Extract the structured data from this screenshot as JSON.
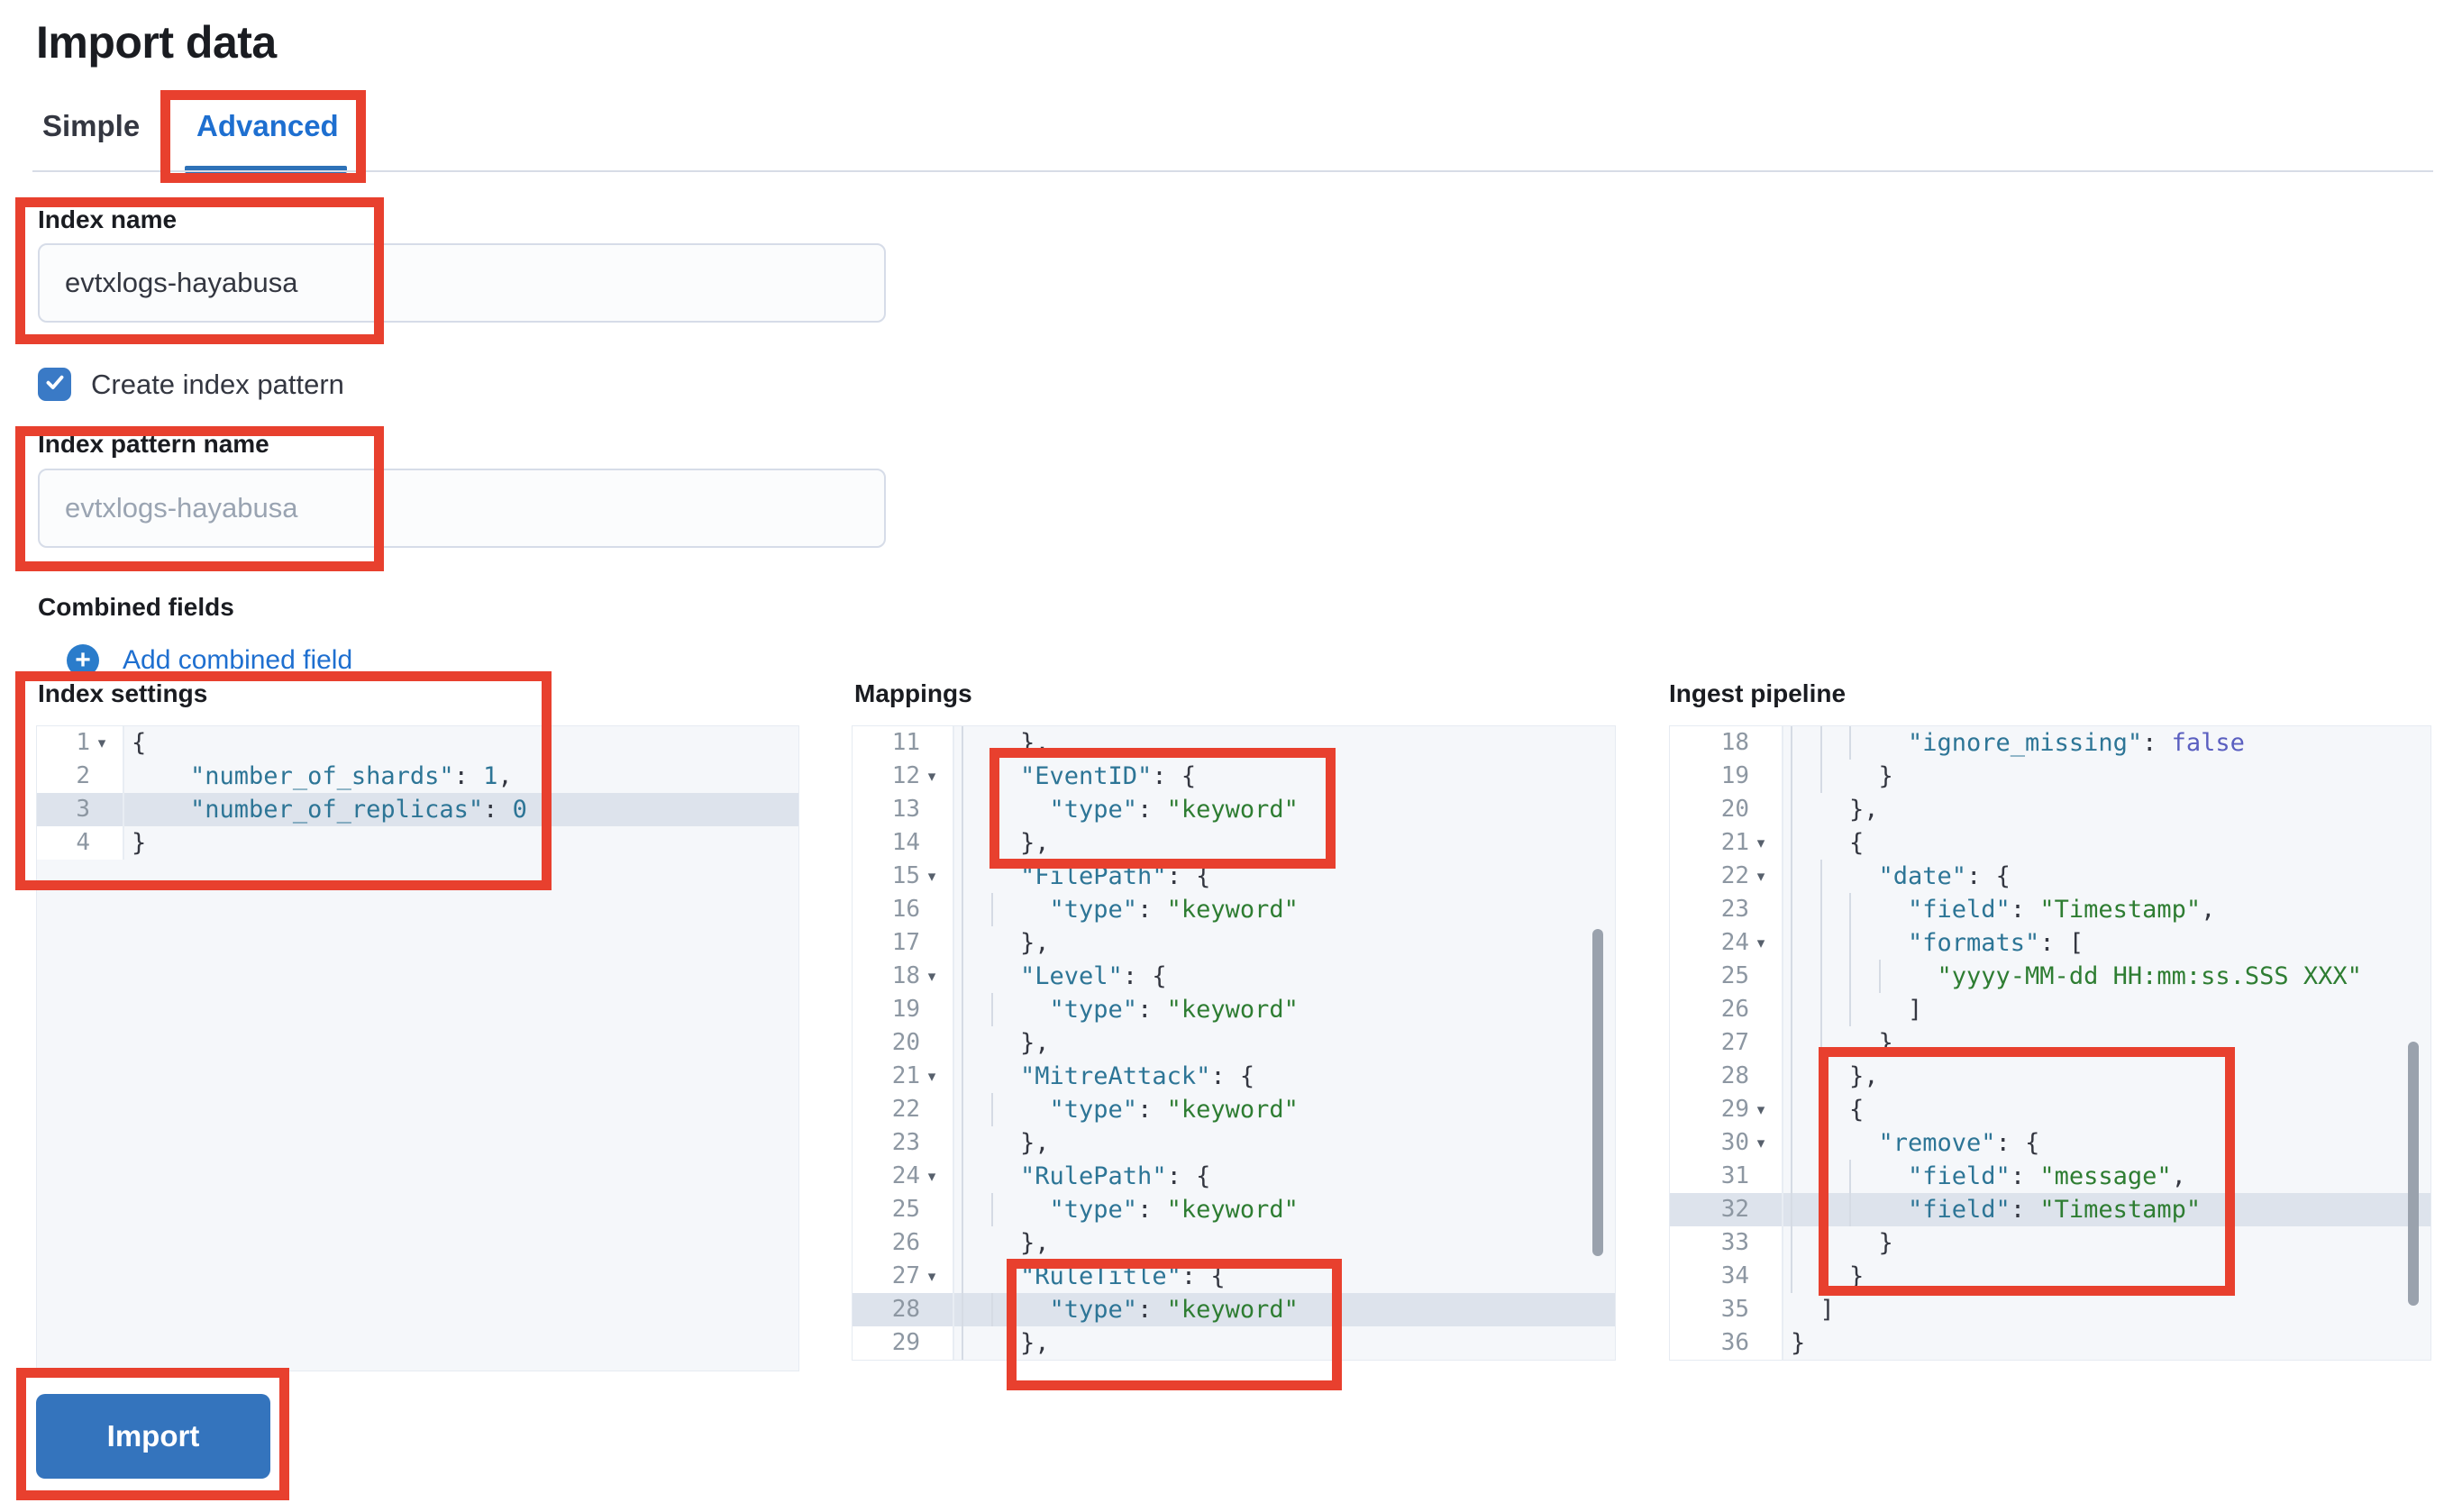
{
  "header": {
    "title": "Import data"
  },
  "tabs": {
    "simple": "Simple",
    "advanced": "Advanced"
  },
  "form": {
    "index_name": {
      "label": "Index name",
      "value": "evtxlogs-hayabusa"
    },
    "create_index_pattern": {
      "label": "Create index pattern",
      "checked": true
    },
    "index_pattern_name": {
      "label": "Index pattern name",
      "placeholder": "evtxlogs-hayabusa",
      "value": ""
    },
    "combined_fields": {
      "label": "Combined fields",
      "add_link": "Add combined field"
    }
  },
  "footer": {
    "import_label": "Import"
  },
  "colors": {
    "accent_blue": "#1e6fd0",
    "tab_underline_blue": "#2e72b8",
    "checkbox_blue": "#3a7ac6",
    "button_blue": "#3474bd",
    "annotation_red": "#e8402e",
    "editor_bg": "#f5f7fa",
    "highlight_row": "#dde3ec",
    "code_key": "#2d7596",
    "code_string": "#2e7d32",
    "code_number": "#2d7596",
    "code_boolean": "#5a5fc0",
    "code_punct": "#343741",
    "line_number_gray": "#8d97a2"
  },
  "editors": {
    "settings": {
      "title": "Index settings",
      "lines": [
        {
          "n": "1",
          "fold": true,
          "g": 0,
          "parts": [
            [
              "p",
              "{"
            ]
          ]
        },
        {
          "n": "2",
          "g": 0,
          "parts": [
            [
              "w",
              "    "
            ],
            [
              "k",
              "\"number_of_shards\""
            ],
            [
              "p",
              ": "
            ],
            [
              "n",
              "1"
            ],
            [
              "p",
              ","
            ]
          ]
        },
        {
          "n": "3",
          "hl": true,
          "g": 0,
          "parts": [
            [
              "w",
              "    "
            ],
            [
              "k",
              "\"number_of_replicas\""
            ],
            [
              "p",
              ": "
            ],
            [
              "n",
              "0"
            ]
          ]
        },
        {
          "n": "4",
          "g": 0,
          "parts": [
            [
              "p",
              "}"
            ]
          ]
        }
      ]
    },
    "mappings": {
      "title": "Mappings",
      "lines": [
        {
          "n": "11",
          "g": 1,
          "parts": [
            [
              "w",
              "  "
            ],
            [
              "p",
              "},"
            ]
          ]
        },
        {
          "n": "12",
          "fold": true,
          "g": 1,
          "parts": [
            [
              "w",
              "  "
            ],
            [
              "k",
              "\"EventID\""
            ],
            [
              "p",
              ": {"
            ]
          ]
        },
        {
          "n": "13",
          "g": 2,
          "parts": [
            [
              "w",
              "  "
            ],
            [
              "k",
              "\"type\""
            ],
            [
              "p",
              ": "
            ],
            [
              "s",
              "\"keyword\""
            ]
          ]
        },
        {
          "n": "14",
          "g": 1,
          "parts": [
            [
              "w",
              "  "
            ],
            [
              "p",
              "},"
            ]
          ]
        },
        {
          "n": "15",
          "fold": true,
          "g": 1,
          "parts": [
            [
              "w",
              "  "
            ],
            [
              "k",
              "\"FilePath\""
            ],
            [
              "p",
              ": {"
            ]
          ]
        },
        {
          "n": "16",
          "g": 2,
          "parts": [
            [
              "w",
              "  "
            ],
            [
              "k",
              "\"type\""
            ],
            [
              "p",
              ": "
            ],
            [
              "s",
              "\"keyword\""
            ]
          ]
        },
        {
          "n": "17",
          "g": 1,
          "parts": [
            [
              "w",
              "  "
            ],
            [
              "p",
              "},"
            ]
          ]
        },
        {
          "n": "18",
          "fold": true,
          "g": 1,
          "parts": [
            [
              "w",
              "  "
            ],
            [
              "k",
              "\"Level\""
            ],
            [
              "p",
              ": {"
            ]
          ]
        },
        {
          "n": "19",
          "g": 2,
          "parts": [
            [
              "w",
              "  "
            ],
            [
              "k",
              "\"type\""
            ],
            [
              "p",
              ": "
            ],
            [
              "s",
              "\"keyword\""
            ]
          ]
        },
        {
          "n": "20",
          "g": 1,
          "parts": [
            [
              "w",
              "  "
            ],
            [
              "p",
              "},"
            ]
          ]
        },
        {
          "n": "21",
          "fold": true,
          "g": 1,
          "parts": [
            [
              "w",
              "  "
            ],
            [
              "k",
              "\"MitreAttack\""
            ],
            [
              "p",
              ": {"
            ]
          ]
        },
        {
          "n": "22",
          "g": 2,
          "parts": [
            [
              "w",
              "  "
            ],
            [
              "k",
              "\"type\""
            ],
            [
              "p",
              ": "
            ],
            [
              "s",
              "\"keyword\""
            ]
          ]
        },
        {
          "n": "23",
          "g": 1,
          "parts": [
            [
              "w",
              "  "
            ],
            [
              "p",
              "},"
            ]
          ]
        },
        {
          "n": "24",
          "fold": true,
          "g": 1,
          "parts": [
            [
              "w",
              "  "
            ],
            [
              "k",
              "\"RulePath\""
            ],
            [
              "p",
              ": {"
            ]
          ]
        },
        {
          "n": "25",
          "g": 2,
          "parts": [
            [
              "w",
              "  "
            ],
            [
              "k",
              "\"type\""
            ],
            [
              "p",
              ": "
            ],
            [
              "s",
              "\"keyword\""
            ]
          ]
        },
        {
          "n": "26",
          "g": 1,
          "parts": [
            [
              "w",
              "  "
            ],
            [
              "p",
              "},"
            ]
          ]
        },
        {
          "n": "27",
          "fold": true,
          "g": 1,
          "parts": [
            [
              "w",
              "  "
            ],
            [
              "k",
              "\"RuleTitle\""
            ],
            [
              "p",
              ": {"
            ]
          ]
        },
        {
          "n": "28",
          "hl": true,
          "g": 2,
          "parts": [
            [
              "w",
              "  "
            ],
            [
              "k",
              "\"type\""
            ],
            [
              "p",
              ": "
            ],
            [
              "s",
              "\"keyword\""
            ]
          ]
        },
        {
          "n": "29",
          "g": 1,
          "parts": [
            [
              "w",
              "  "
            ],
            [
              "p",
              "},"
            ]
          ]
        }
      ]
    },
    "pipeline": {
      "title": "Ingest pipeline",
      "lines": [
        {
          "n": "18",
          "g": 3,
          "parts": [
            [
              "w",
              "  "
            ],
            [
              "k",
              "\"ignore_missing\""
            ],
            [
              "p",
              ": "
            ],
            [
              "b",
              "false"
            ]
          ]
        },
        {
          "n": "19",
          "g": 2,
          "parts": [
            [
              "w",
              "  "
            ],
            [
              "p",
              "}"
            ]
          ]
        },
        {
          "n": "20",
          "g": 1,
          "parts": [
            [
              "w",
              "  "
            ],
            [
              "p",
              "},"
            ]
          ]
        },
        {
          "n": "21",
          "fold": true,
          "g": 1,
          "parts": [
            [
              "w",
              "  "
            ],
            [
              "p",
              "{"
            ]
          ]
        },
        {
          "n": "22",
          "fold": true,
          "g": 2,
          "parts": [
            [
              "w",
              "  "
            ],
            [
              "k",
              "\"date\""
            ],
            [
              "p",
              ": {"
            ]
          ]
        },
        {
          "n": "23",
          "g": 3,
          "parts": [
            [
              "w",
              "  "
            ],
            [
              "k",
              "\"field\""
            ],
            [
              "p",
              ": "
            ],
            [
              "s",
              "\"Timestamp\""
            ],
            [
              "p",
              ","
            ]
          ]
        },
        {
          "n": "24",
          "fold": true,
          "g": 3,
          "parts": [
            [
              "w",
              "  "
            ],
            [
              "k",
              "\"formats\""
            ],
            [
              "p",
              ": ["
            ]
          ]
        },
        {
          "n": "25",
          "g": 4,
          "parts": [
            [
              "w",
              "  "
            ],
            [
              "s",
              "\"yyyy-MM-dd HH:mm:ss.SSS XXX\""
            ]
          ]
        },
        {
          "n": "26",
          "g": 3,
          "parts": [
            [
              "w",
              "  "
            ],
            [
              "p",
              "]"
            ]
          ]
        },
        {
          "n": "27",
          "g": 2,
          "parts": [
            [
              "w",
              "  "
            ],
            [
              "p",
              "}"
            ]
          ]
        },
        {
          "n": "28",
          "g": 1,
          "parts": [
            [
              "w",
              "  "
            ],
            [
              "p",
              "},"
            ]
          ]
        },
        {
          "n": "29",
          "fold": true,
          "g": 1,
          "parts": [
            [
              "w",
              "  "
            ],
            [
              "p",
              "{"
            ]
          ]
        },
        {
          "n": "30",
          "fold": true,
          "g": 2,
          "parts": [
            [
              "w",
              "  "
            ],
            [
              "k",
              "\"remove\""
            ],
            [
              "p",
              ": {"
            ]
          ]
        },
        {
          "n": "31",
          "g": 3,
          "parts": [
            [
              "w",
              "  "
            ],
            [
              "k",
              "\"field\""
            ],
            [
              "p",
              ": "
            ],
            [
              "s",
              "\"message\""
            ],
            [
              "p",
              ","
            ]
          ]
        },
        {
          "n": "32",
          "hl": true,
          "g": 3,
          "parts": [
            [
              "w",
              "  "
            ],
            [
              "k",
              "\"field\""
            ],
            [
              "p",
              ": "
            ],
            [
              "s",
              "\"Timestamp\""
            ]
          ]
        },
        {
          "n": "33",
          "g": 2,
          "parts": [
            [
              "w",
              "  "
            ],
            [
              "p",
              "}"
            ]
          ]
        },
        {
          "n": "34",
          "g": 1,
          "parts": [
            [
              "w",
              "  "
            ],
            [
              "p",
              "}"
            ]
          ]
        },
        {
          "n": "35",
          "g": 0,
          "parts": [
            [
              "w",
              "  "
            ],
            [
              "p",
              "]"
            ]
          ]
        },
        {
          "n": "36",
          "g": 0,
          "parts": [
            [
              "p",
              "}"
            ]
          ]
        }
      ]
    }
  }
}
